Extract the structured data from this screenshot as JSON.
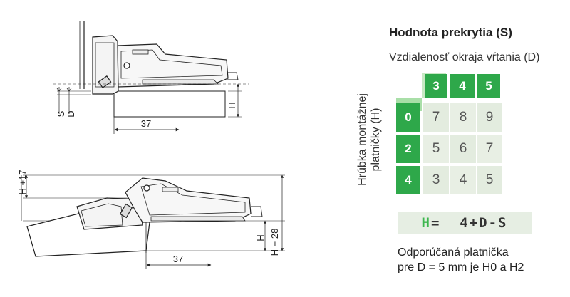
{
  "drawing": {
    "top": {
      "label_s": "S",
      "label_d": "D",
      "label_h": "H",
      "dim_37": "37"
    },
    "bottom": {
      "label_h17": "H +17",
      "label_h": "H",
      "label_h28": "H + 28",
      "dim_37": "37"
    }
  },
  "table": {
    "title": "Hodnota prekrytia (S)",
    "subtitle": "Vzdialenosť okraja vŕtania (D)",
    "ylabel_line1": "Hrúbka montážnej",
    "ylabel_line2": "platničky (H)",
    "col_headers": [
      "3",
      "4",
      "5"
    ],
    "row_headers": [
      "0",
      "2",
      "4"
    ],
    "values": [
      [
        "7",
        "8",
        "9"
      ],
      [
        "5",
        "6",
        "7"
      ],
      [
        "3",
        "4",
        "5"
      ]
    ],
    "colors": {
      "header_green": "#2ea84a",
      "light_green": "#a9dfa8",
      "cell_light": "#e8efe4",
      "cell_mid": "#d6e4cf"
    }
  },
  "formula": {
    "lhs": "H",
    "rhs": "=  4+D-S"
  },
  "note": {
    "line1": "Odporúčaná platnička",
    "line2": "pre D = 5 mm je H0 a H2"
  }
}
